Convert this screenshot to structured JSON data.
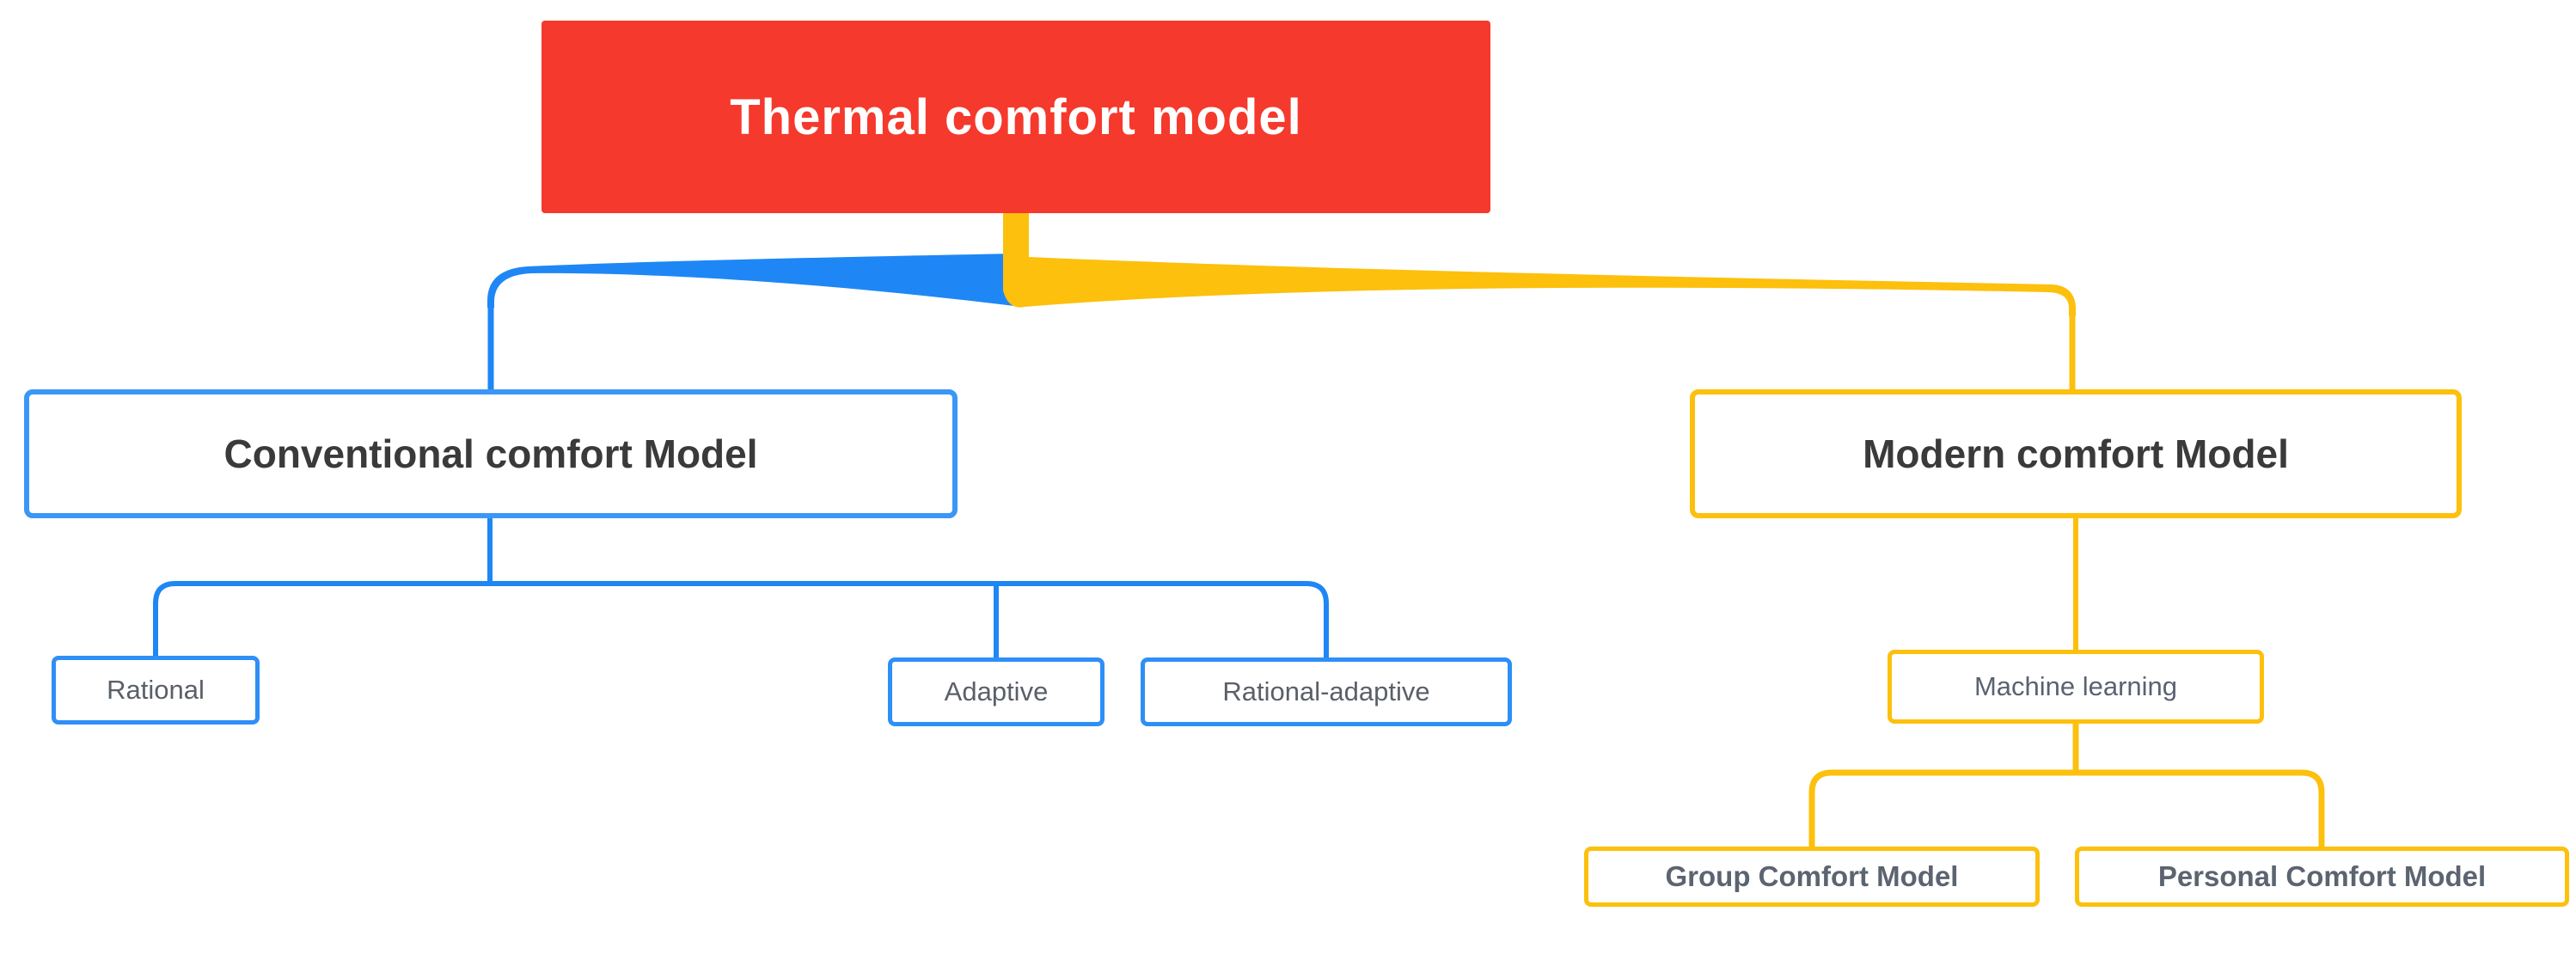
{
  "diagram": {
    "type": "mind-map-tree",
    "nodes": {
      "root": "Thermal comfort model",
      "conventional": "Conventional comfort Model",
      "modern": "Modern comfort Model",
      "rational": "Rational",
      "adaptive": "Adaptive",
      "rational_adaptive": "Rational-adaptive",
      "machine_learning": "Machine learning",
      "group": "Group Comfort Model",
      "personal": "Personal Comfort Model"
    },
    "hierarchy": {
      "Thermal comfort model": {
        "Conventional comfort Model": [
          "Rational",
          "Adaptive",
          "Rational-adaptive"
        ],
        "Modern comfort Model": {
          "Machine learning": [
            "Group Comfort Model",
            "Personal Comfort Model"
          ]
        }
      }
    },
    "colors": {
      "root_fill": "#F5392C",
      "root_text": "#FFFFFF",
      "blue_branch": "#1E87F5",
      "blue_border": "#2E8FF7",
      "yellow_branch": "#FCC00D",
      "heading_text": "#3A3A3A",
      "leaf_text": "#5A6068",
      "background": "#FFFFFF"
    }
  }
}
